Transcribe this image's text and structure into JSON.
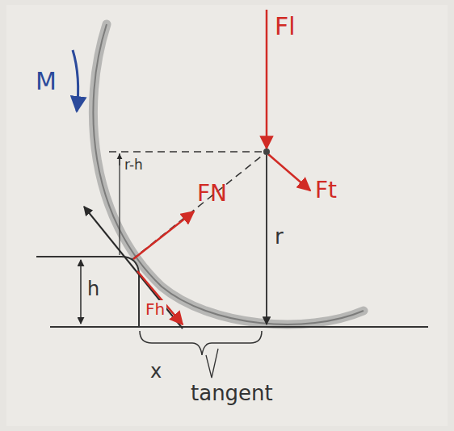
{
  "diagram": {
    "labels": [
      "M",
      "Fl",
      "FN",
      "Ft",
      "Fh",
      "r-h",
      "r",
      "h",
      "x",
      "tangent"
    ]
  }
}
